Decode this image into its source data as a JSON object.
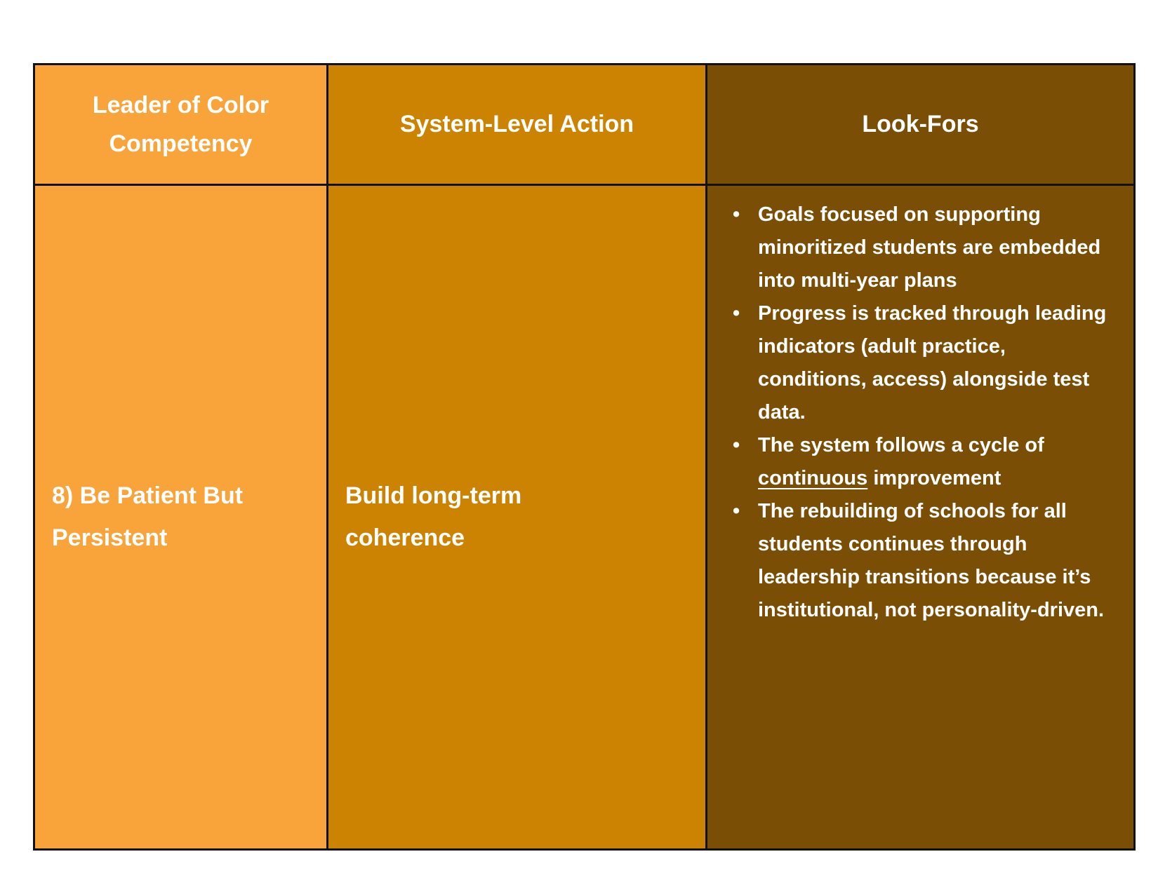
{
  "table": {
    "headers": [
      {
        "label": "Leader of Color Competency"
      },
      {
        "label": "System-Level Action"
      },
      {
        "label": "Look-Fors"
      }
    ],
    "row": {
      "competency": "8) Be Patient But Persistent",
      "action": "Build long-term coherence",
      "look_fors": [
        {
          "text": "Goals focused on supporting minoritized students are embedded into multi-year plans"
        },
        {
          "text": "Progress is tracked through leading indicators (adult practice, conditions, access) alongside test data."
        },
        {
          "before": "The system follows a cycle of ",
          "underline": "continuous",
          "after": " improvement"
        },
        {
          "text": "The rebuilding of schools for all students continues through leadership transitions because it’s institutional, not personality-driven."
        }
      ]
    },
    "colors": {
      "competency_bg": "#F9A33B",
      "action_bg": "#CC8301",
      "look_fors_bg": "#7A4E04",
      "border": "#111111",
      "text": "#FFFFFF",
      "page_bg": "#FFFFFF"
    }
  }
}
